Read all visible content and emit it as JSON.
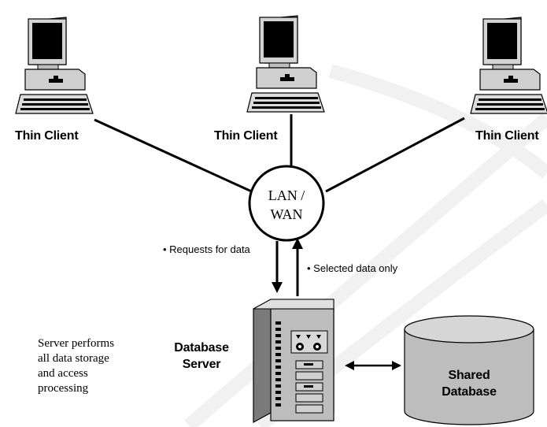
{
  "clients": [
    {
      "label": "Thin Client"
    },
    {
      "label": "Thin Client"
    },
    {
      "label": "Thin Client"
    }
  ],
  "network": {
    "line1": "LAN /",
    "line2": "WAN"
  },
  "arrows": {
    "request_label": "• Requests for data",
    "response_label": "• Selected data only"
  },
  "server": {
    "line1": "Database",
    "line2": "Server"
  },
  "database": {
    "line1": "Shared",
    "line2": "Database"
  },
  "description": {
    "lines": [
      "Server performs",
      "all data storage",
      "and access",
      "processing"
    ]
  },
  "colors": {
    "screen": "#000000",
    "device_fill": "#c8c8c8",
    "device_light": "#e4e4e4",
    "device_dark": "#6e6e6e",
    "line": "#000000",
    "background_swoosh": "#f2f2f2"
  }
}
